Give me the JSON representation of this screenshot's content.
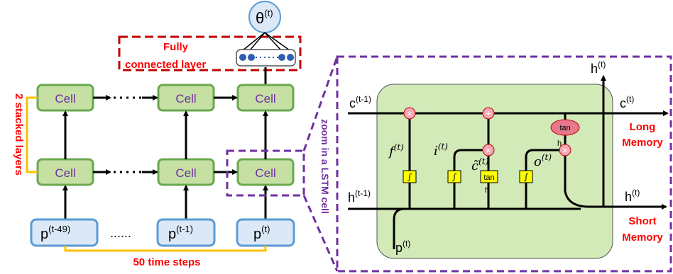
{
  "labels": {
    "theta": "θ",
    "theta_sup": "(t)",
    "fc": [
      "Fully",
      "connected layer"
    ],
    "stacked": "2 stacked layers",
    "time_steps": "50 time steps",
    "zoom": "zoom in a LSTM cell",
    "cell": "Cell",
    "p": "p",
    "p_t49": "(t-49)",
    "p_t1": "(t-1)",
    "p_t": "(t)",
    "dots": "......",
    "h": "h",
    "c": "c",
    "sup_t": "(t)",
    "sup_t1": "(t-1)",
    "long_memory": [
      "Long",
      "Memory"
    ],
    "short_memory": [
      "Short",
      "Memory"
    ],
    "gate_f": "f",
    "gate_i": "i",
    "gate_c": "c̃",
    "gate_o": "o",
    "tan": "tan",
    "times": "×",
    "plus": "+",
    "sigma": "∫"
  },
  "colors": {
    "cell_fill": "#c6e0a4",
    "cell_border": "#6aa84f",
    "cell_text": "#7030a0",
    "input_fill": "#dbe8f7",
    "input_border": "#5b9bd5",
    "accent_red": "#ff0000",
    "dashed_red": "#c00000",
    "dashed_purple": "#7030a0",
    "orange": "#ffc000",
    "gate_fill": "#ffff00",
    "op_fill": "#f4a6b4",
    "lstm_bg": "#d2e9b8"
  }
}
